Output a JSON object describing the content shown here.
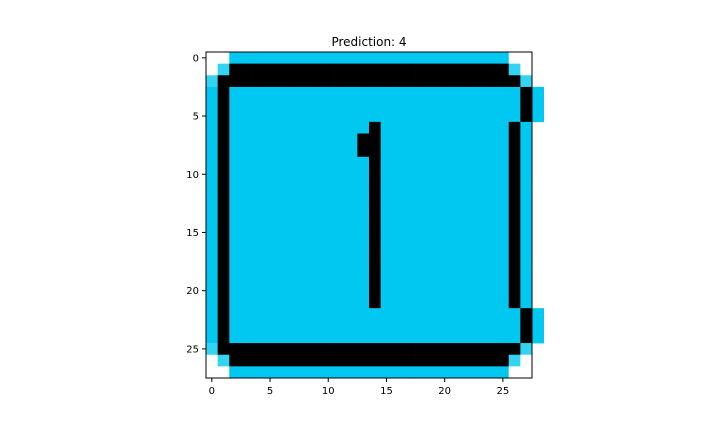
{
  "chart_data": {
    "type": "heatmap",
    "title": "Prediction: 4",
    "xlabel": "",
    "ylabel": "",
    "xlim": [
      -0.5,
      27.5
    ],
    "ylim": [
      27.5,
      -0.5
    ],
    "xticks": [
      0,
      5,
      10,
      15,
      20,
      25
    ],
    "yticks": [
      0,
      5,
      10,
      15,
      20,
      25
    ],
    "grid": false,
    "colors": {
      "black": "#000000",
      "cyan": "#00c8f0",
      "light_cyan": "#33d4f2",
      "white": "#ffffff"
    },
    "pixel_grid": [
      "wwccccccccccccccccccccccccww",
      "wlbbbbbbbbbbbbbbbbbbbbbbbblw",
      "lbbbbbbbbbbbbbbbbbbbbbbbbbbl",
      "cbcccccccccccccccccccccccccbc",
      "cbcccccccccccccccccccccccccbc",
      "cbcccccccccccccccccccccccccbc",
      "cbccccccccccccbcccccccccccbc",
      "cbcccccccccccbbcccccccccccbc",
      "cbcccccccccccbbcccccccccccbc",
      "cbccccccccccccbcccccccccccbc",
      "cbccccccccccccbcccccccccccbc",
      "cbccccccccccccbcccccccccccbc",
      "cbccccccccccccbcccccccccccbc",
      "cbccccccccccccbcccccccccccbc",
      "cbccccccccccccbcccccccccccbc",
      "cbccccccccccccbcccccccccccbc",
      "cbccccccccccccbcccccccccccbc",
      "cbccccccccccccbcccccccccccbc",
      "cbccccccccccccbcccccccccccbc",
      "cbccccccccccccbcccccccccccbc",
      "cbccccccccccccbcccccccccccbc",
      "cbccccccccccccbcccccccccccbc",
      "cbcccccccccccccccccccccccccbc",
      "cbcccccccccccccccccccccccccbc",
      "cbcccccccccccccccccccccccccbc",
      "lbbbbbbbbbbbbbbbbbbbbbbbbbbl",
      "wlbbbbbbbbbbbbbbbbbbbbbbbblw",
      "wwccccccccccccccccccccccccww"
    ]
  }
}
